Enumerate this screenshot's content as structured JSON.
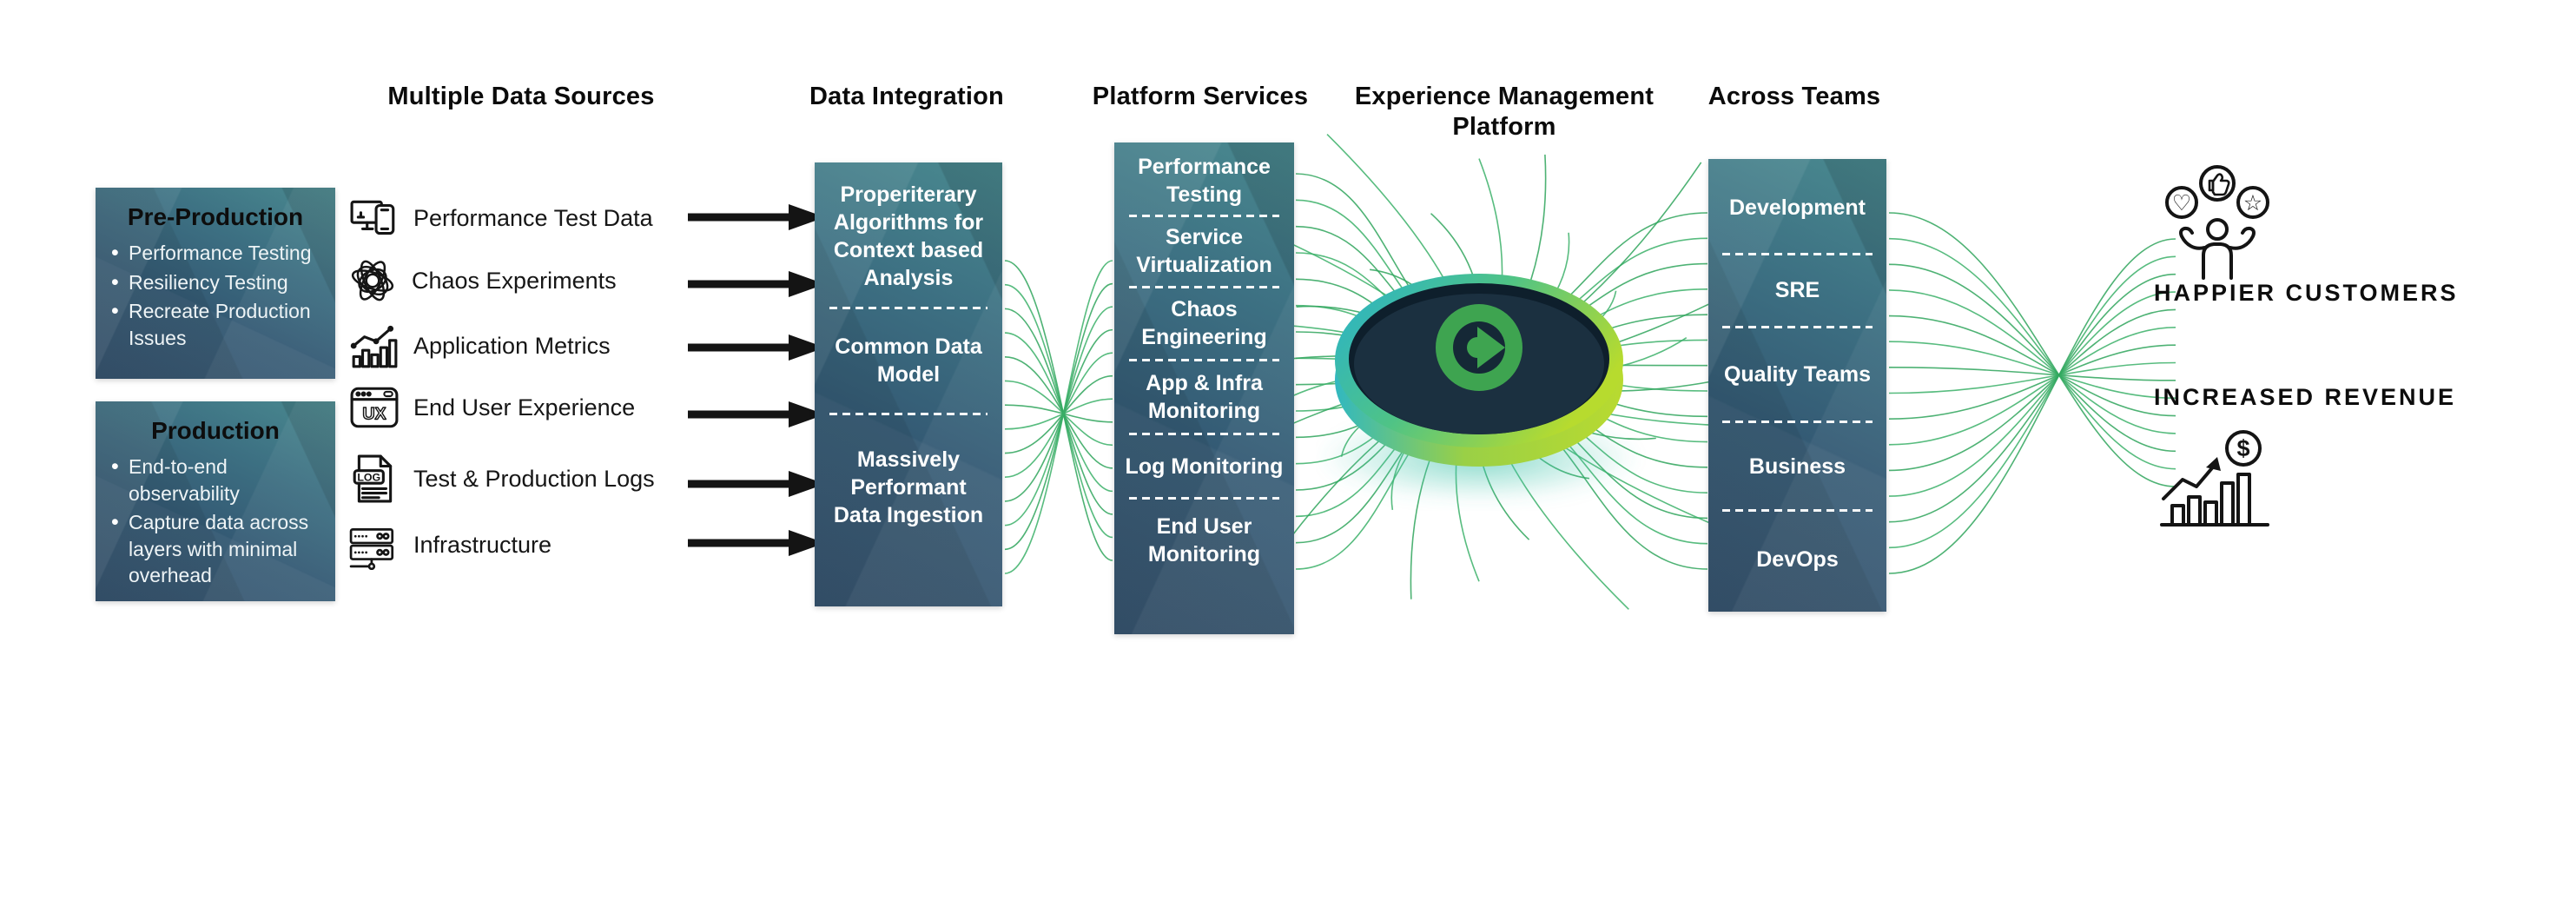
{
  "headers": {
    "sources": "Multiple Data Sources",
    "integration": "Data Integration",
    "services": "Platform Services",
    "platform": "Experience Management Platform",
    "teams": "Across Teams"
  },
  "pre_production": {
    "title": "Pre-Production",
    "bullets": [
      "Performance Testing",
      "Resiliency Testing",
      "Recreate Production Issues"
    ]
  },
  "production": {
    "title": "Production",
    "bullets": [
      "End-to-end observability",
      "Capture data across layers with minimal overhead"
    ]
  },
  "data_sources": [
    {
      "label": "Performance Test Data",
      "icon": "devices-icon"
    },
    {
      "label": "Chaos Experiments",
      "icon": "chaos-icon"
    },
    {
      "label": "Application Metrics",
      "icon": "metrics-icon"
    },
    {
      "label": "End User Experience",
      "icon": "ux-browser-icon"
    },
    {
      "label": "Test & Production Logs",
      "icon": "log-file-icon"
    },
    {
      "label": "Infrastructure",
      "icon": "server-icon"
    }
  ],
  "icon_labels": {
    "ux": "UX",
    "log": "LOG",
    "dollar": "$",
    "heart": "♡",
    "star": "☆"
  },
  "data_integration": {
    "items": [
      "Properiterary Algorithms for Context based Analysis",
      "Common Data Model",
      "Massively Performant Data Ingestion"
    ]
  },
  "platform_services": {
    "items": [
      "Performance Testing",
      "Service Virtualization",
      "Chaos Engineering",
      "App & Infra Monitoring",
      "Log Monitoring",
      "End User Monitoring"
    ]
  },
  "across_teams": {
    "items": [
      "Development",
      "SRE",
      "Quality Teams",
      "Business",
      "DevOps"
    ]
  },
  "outcomes": [
    {
      "label": "HAPPIER CUSTOMERS",
      "icon": "happy-customer-icon"
    },
    {
      "label": "INCREASED REVENUE",
      "icon": "revenue-growth-icon"
    }
  ],
  "colors": {
    "line_green": "#2fa45c",
    "disc_cyan": "#29b4ce",
    "disc_lime": "#b7db2e",
    "logo_green": "#3ea450",
    "box_teal_top": "#4a8a90",
    "box_navy_bottom": "#2e4c68",
    "box_text": "#ffffff",
    "ink": "#111111"
  }
}
